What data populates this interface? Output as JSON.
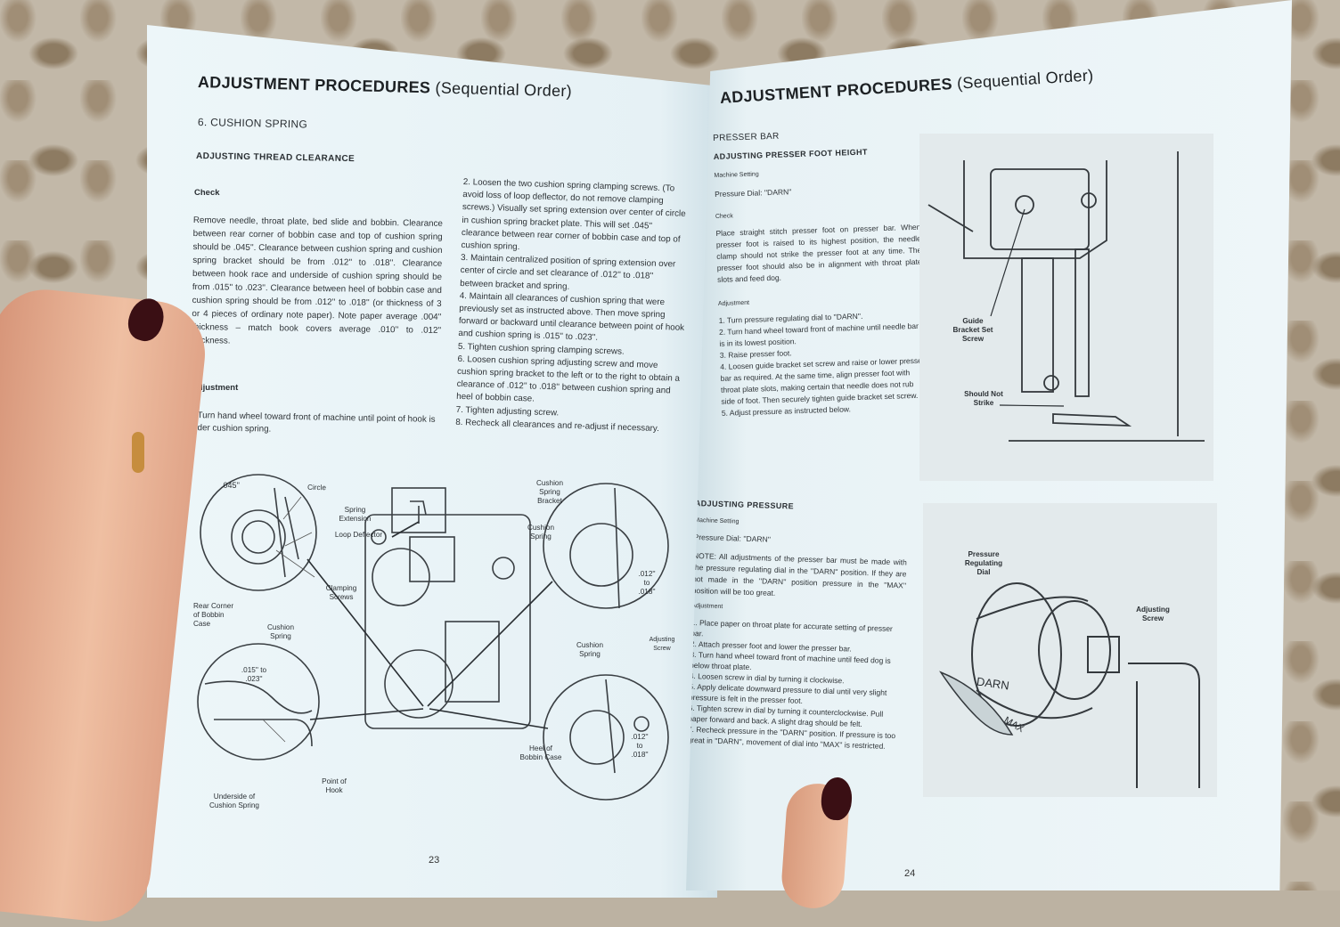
{
  "left_page": {
    "title": "ADJUSTMENT PROCEDURES",
    "title_qualifier": "(Sequential Order)",
    "section": "6. CUSHION SPRING",
    "subsection": "ADJUSTING THREAD CLEARANCE",
    "check_heading": "Check",
    "check_text": "Remove needle, throat plate, bed slide and bobbin. Clearance between rear corner of bobbin case and top of cushion spring should be .045''. Clearance between cushion spring and cushion spring bracket should be from .012'' to .018''. Clearance between hook race and underside of cushion spring should be from .015'' to .023''. Clearance between heel of bobbin case and cushion spring should be from .012'' to .018'' (or thickness of 3 or 4 pieces of ordinary note paper). Note paper average .004'' thickness – match book covers average .010'' to .012'' thickness.",
    "adjustment_heading": "Adjustment",
    "steps": [
      "Turn hand wheel toward front of machine until point of hook is under cushion spring.",
      "Loosen the two cushion spring clamping screws. (To avoid loss of loop deflector, do not remove clamping screws.) Visually set spring extension over center of circle in cushion spring bracket plate. This will set .045'' clearance between rear corner of bobbin case and top of cushion spring.",
      "Maintain centralized position of spring extension over center of circle and set clearance of .012'' to .018'' between bracket and spring.",
      "Maintain all clearances of cushion spring that were previously set as instructed above. Then move spring forward or backward until clearance between point of hook and cushion spring is .015'' to .023''.",
      "Tighten cushion spring clamping screws.",
      "Loosen cushion spring adjusting screw and move cushion spring bracket to the left or to the right to obtain a clearance of .012'' to .018'' between cushion spring and heel of bobbin case.",
      "Tighten adjusting screw.",
      "Recheck all clearances and re-adjust if necessary."
    ],
    "figure_labels": {
      "dim_045": ".045''",
      "circle": "Circle",
      "spring_extension": "Spring Extension",
      "loop_deflector": "Loop Deflector",
      "clamping_screws": "Clamping Screws",
      "rear_corner": "Rear Corner of Bobbin Case",
      "cushion_spring": "Cushion Spring",
      "dim_015_023": ".015'' to .023''",
      "point_of_hook": "Point of Hook",
      "underside": "Underside of Cushion Spring",
      "cushion_spring_bracket": "Cushion Spring Bracket",
      "dim_012_018": ".012'' to .018''",
      "adjusting_screw": "Adjusting Screw",
      "heel_of_bobbin_case": "Heel of Bobbin Case"
    },
    "page_number": "23"
  },
  "right_page": {
    "title": "ADJUSTMENT PROCEDURES",
    "title_qualifier": "(Sequential Order)",
    "section": "PRESSER BAR",
    "subsection": "ADJUSTING PRESSER FOOT HEIGHT",
    "machine_setting_heading": "Machine Setting",
    "pressure_dial_1": "Pressure Dial: ''DARN''",
    "check_heading": "Check",
    "check_text": "Place straight stitch presser foot on presser bar. When presser foot is raised to its highest position, the needle clamp should not strike the presser foot at any time. The presser foot should also be in alignment with throat plate slots and feed dog.",
    "adjustment_heading": "Adjustment",
    "adjust_steps": [
      "Turn pressure regulating dial to ''DARN''.",
      "Turn hand wheel toward front of machine until needle bar is in its lowest position.",
      "Raise presser foot.",
      "Loosen guide bracket set screw and raise or lower presser bar as required. At the same time, align presser foot with throat plate slots, making certain that needle does not rub side of foot. Then securely tighten guide bracket set screw.",
      "Adjust pressure as instructed below."
    ],
    "pressure_heading": "ADJUSTING PRESSURE",
    "machine_setting_heading_2": "Machine Setting",
    "pressure_dial_2": "Pressure Dial: ''DARN''",
    "note": "NOTE: All adjustments of the presser bar must be made with the pressure regulating dial in the ''DARN'' position. If they are not made in the ''DARN'' position pressure in the ''MAX'' position will be too great.",
    "adjustment_heading_2": "Adjustment",
    "pressure_steps": [
      "Place paper on throat plate for accurate setting of presser bar.",
      "Attach presser foot and lower the presser bar.",
      "Turn hand wheel toward front of machine until feed dog is below throat plate.",
      "Loosen screw in dial by turning it clockwise.",
      "Apply delicate downward pressure to dial until very slight pressure is felt in the presser foot.",
      "Tighten screw in dial by turning it counterclockwise. Pull paper forward and back. A slight drag should be felt.",
      "Recheck pressure in the ''DARN'' position. If pressure is too great in ''DARN'', movement of dial into ''MAX'' is restricted."
    ],
    "figure_labels": {
      "guide_bracket": "Guide Bracket Set Screw",
      "should_not_strike": "Should Not Strike",
      "pressure_dial": "Pressure Regulating Dial",
      "adjusting_screw": "Adjusting Screw",
      "darn": "DARN",
      "max": "MAX"
    },
    "page_number": "24"
  },
  "colors": {
    "paper": "#e9f3f6",
    "ink": "#2a2f33",
    "nail": "#3a0f14",
    "skin": "#e2a88a"
  }
}
